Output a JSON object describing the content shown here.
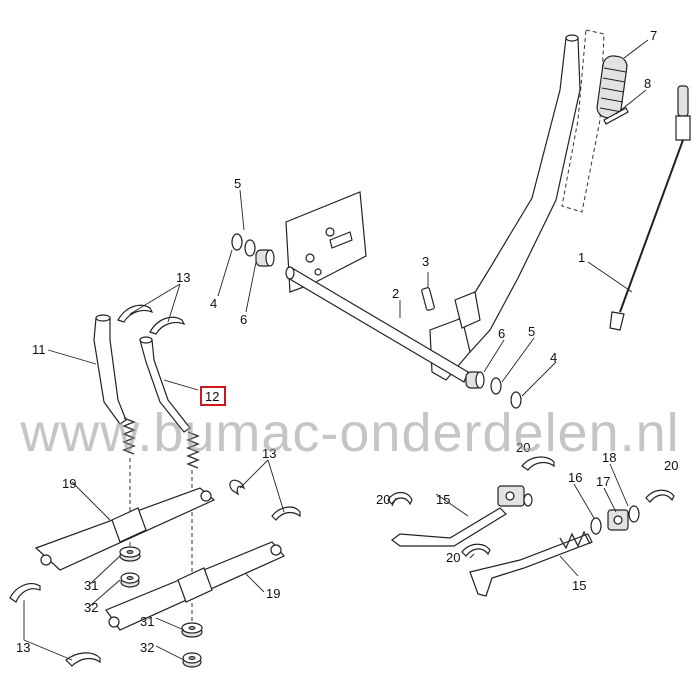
{
  "watermark": "www.bumac-onderdelen.nl",
  "highlight_color": "#d01818",
  "highlighted_part": "12",
  "callouts": {
    "c1": "1",
    "c2": "2",
    "c3": "3",
    "c4a": "4",
    "c4b": "4",
    "c5a": "5",
    "c5b": "5",
    "c6a": "6",
    "c6b": "6",
    "c7": "7",
    "c8": "8",
    "c11": "11",
    "c12": "12",
    "c13a": "13",
    "c13b": "13",
    "c13c": "13",
    "c15a": "15",
    "c15b": "15",
    "c16": "16",
    "c17": "17",
    "c18": "18",
    "c19a": "19",
    "c19b": "19",
    "c20a": "20",
    "c20b": "20",
    "c20c": "20",
    "c20d": "20",
    "c31a": "31",
    "c31b": "31",
    "c32a": "32",
    "c32b": "32"
  }
}
